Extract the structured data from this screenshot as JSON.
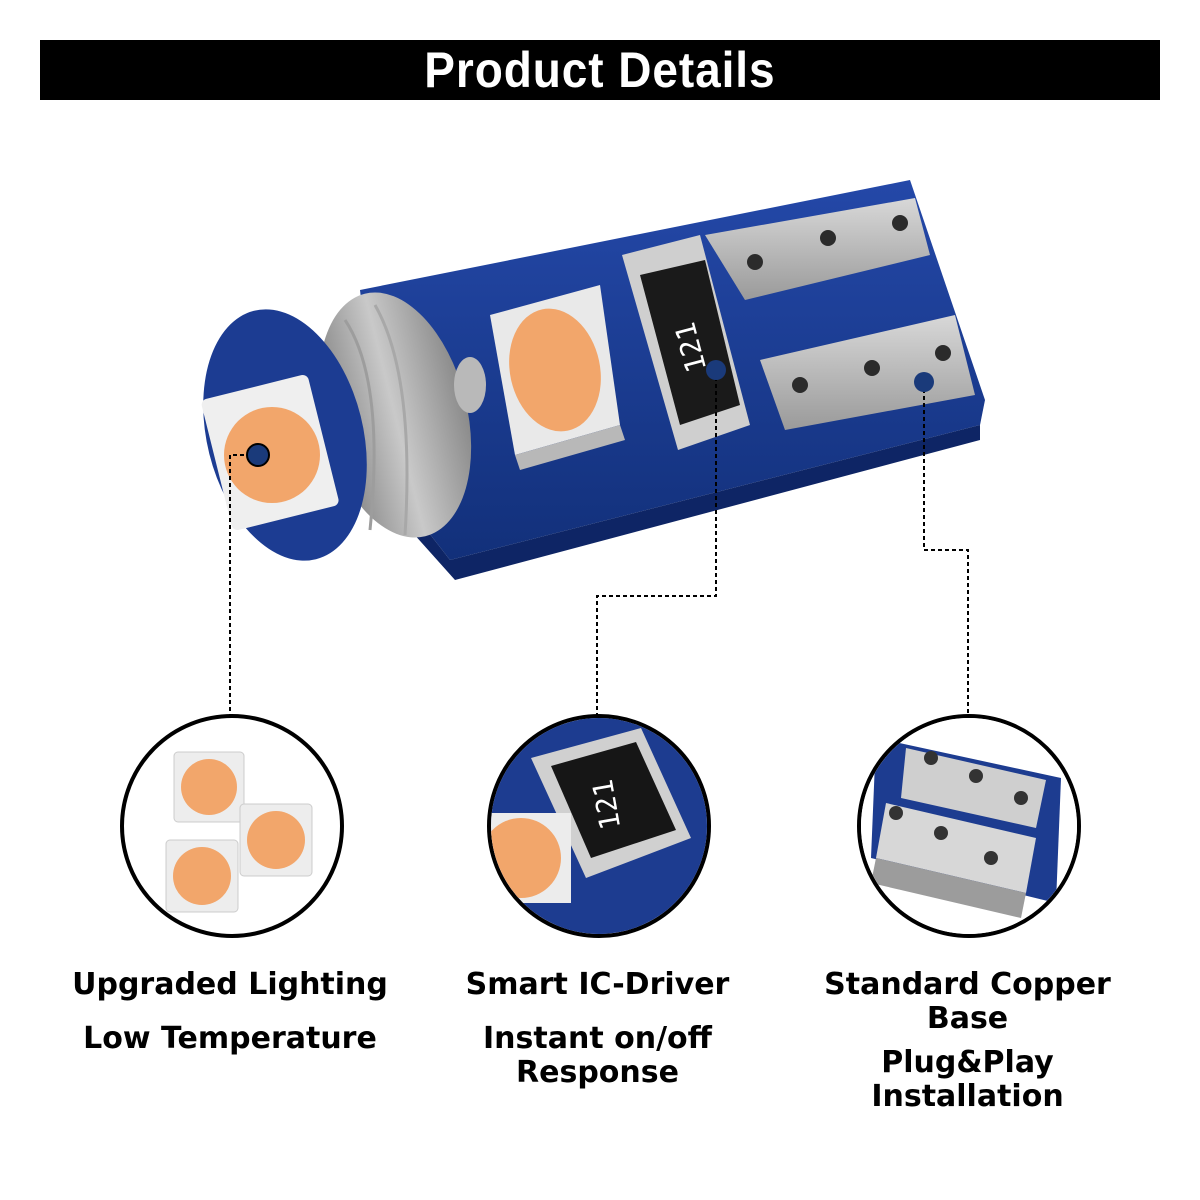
{
  "banner": {
    "title": "Product Details"
  },
  "resistor_marking": "121",
  "colors": {
    "pcb_blue": "#1a3a8c",
    "led_amber": "#f2a66b",
    "banner_bg": "#000000"
  },
  "features": [
    {
      "line1": "Upgraded Lighting",
      "line2": "Low Temperature"
    },
    {
      "line1": "Smart IC-Driver",
      "line2": "Instant on/off\nResponse"
    },
    {
      "line1": "Standard Copper\nBase",
      "line2": "Plug&Play\nInstallation"
    }
  ]
}
